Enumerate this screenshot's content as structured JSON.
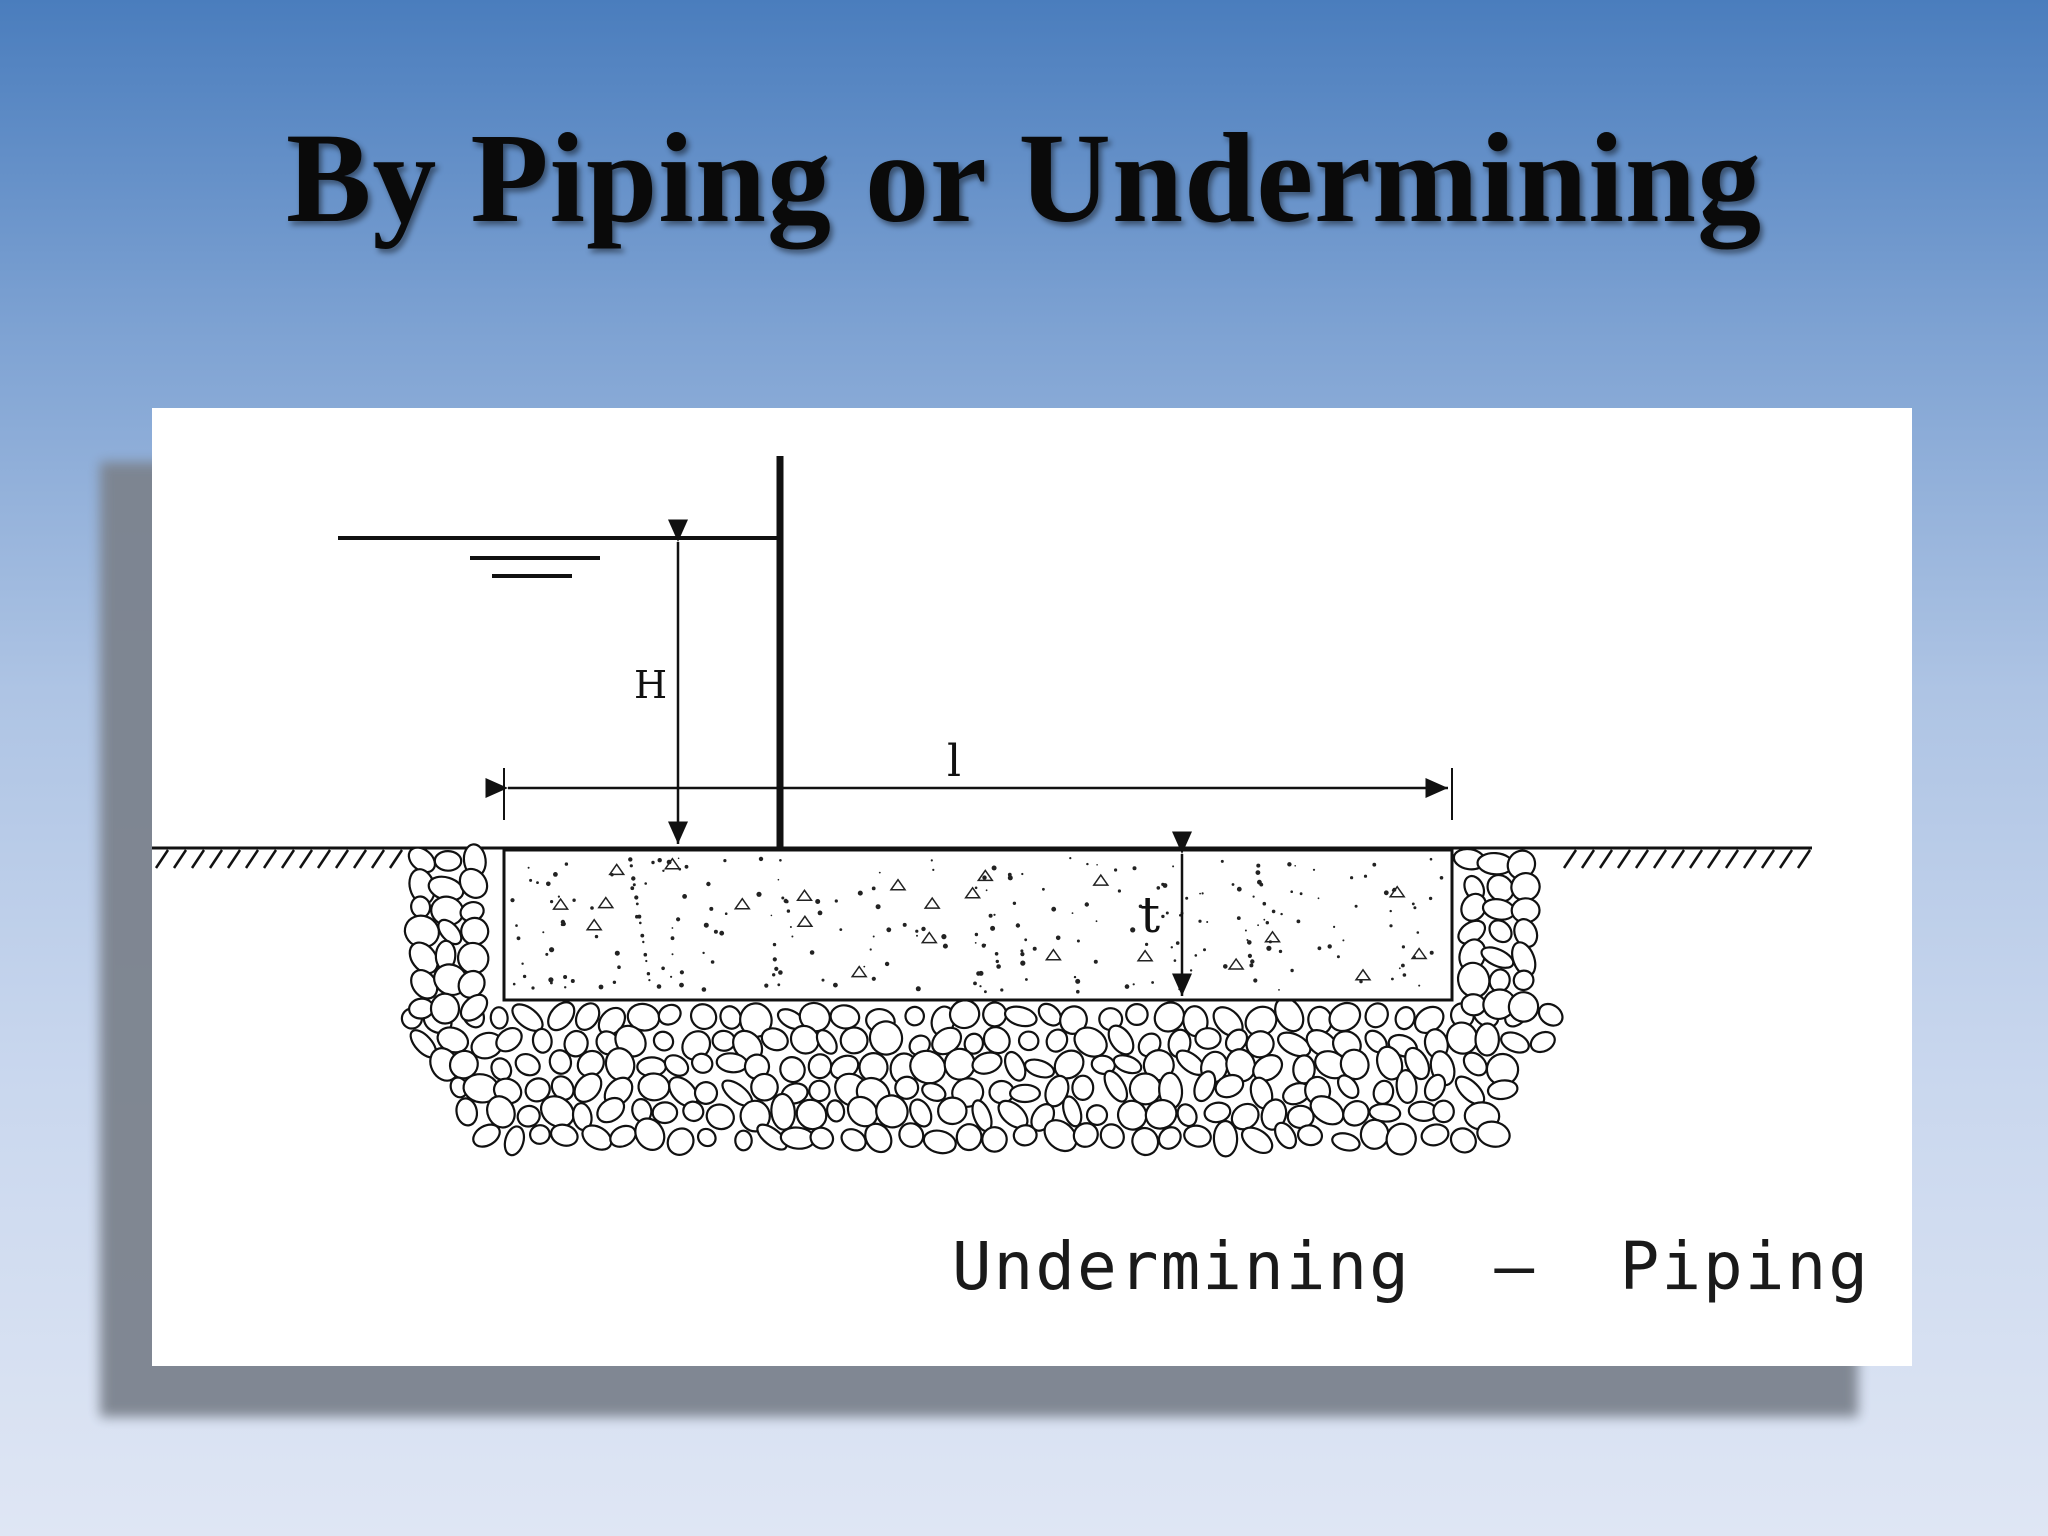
{
  "slide": {
    "title": "By Piping or Undermining"
  },
  "diagram": {
    "label_head": "H",
    "label_length": "l",
    "label_thickness": "t",
    "caption": "Undermining  –  Piping"
  }
}
